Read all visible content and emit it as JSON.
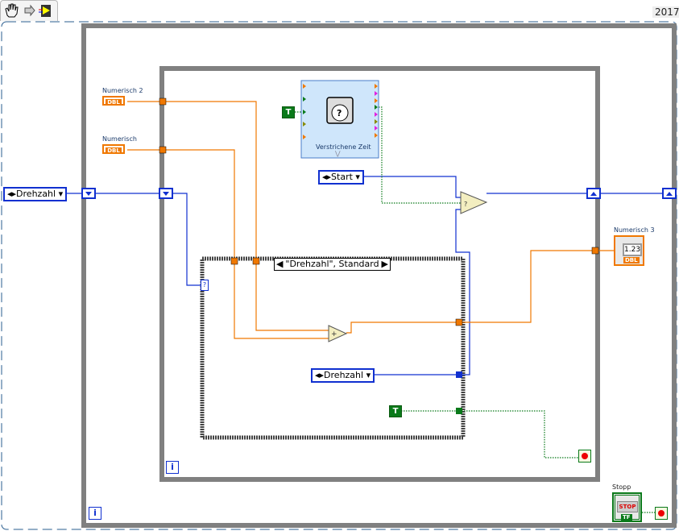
{
  "toolbar": {
    "icons": [
      "hand-icon",
      "step-arrow-icon",
      "highlight-execution-icon"
    ]
  },
  "version": "2017",
  "controls": {
    "numerisch2": {
      "label": "Numerisch 2",
      "type": "DBL"
    },
    "numerisch": {
      "label": "Numerisch",
      "type": "DBL"
    },
    "numerisch3": {
      "label": "Numerisch 3",
      "display": "1.23",
      "type": "DBL"
    },
    "stopp": {
      "label": "Stopp",
      "button": "STOP",
      "type": "TF"
    }
  },
  "constants": {
    "drehzahl_outer": "Drehzahl",
    "start": "Start",
    "drehzahl_inner": "Drehzahl",
    "true_const": "T"
  },
  "express_vi": {
    "label": "Verstrichene Zeit"
  },
  "case_structure": {
    "selector": "\"Drehzahl\", Standard",
    "terminal": "?"
  },
  "iteration_terminal": "i",
  "colors": {
    "enum_wire": "#1030d0",
    "dbl_wire": "#f07800",
    "bool_wire": "#0a7a1a",
    "loop": "#808080"
  }
}
